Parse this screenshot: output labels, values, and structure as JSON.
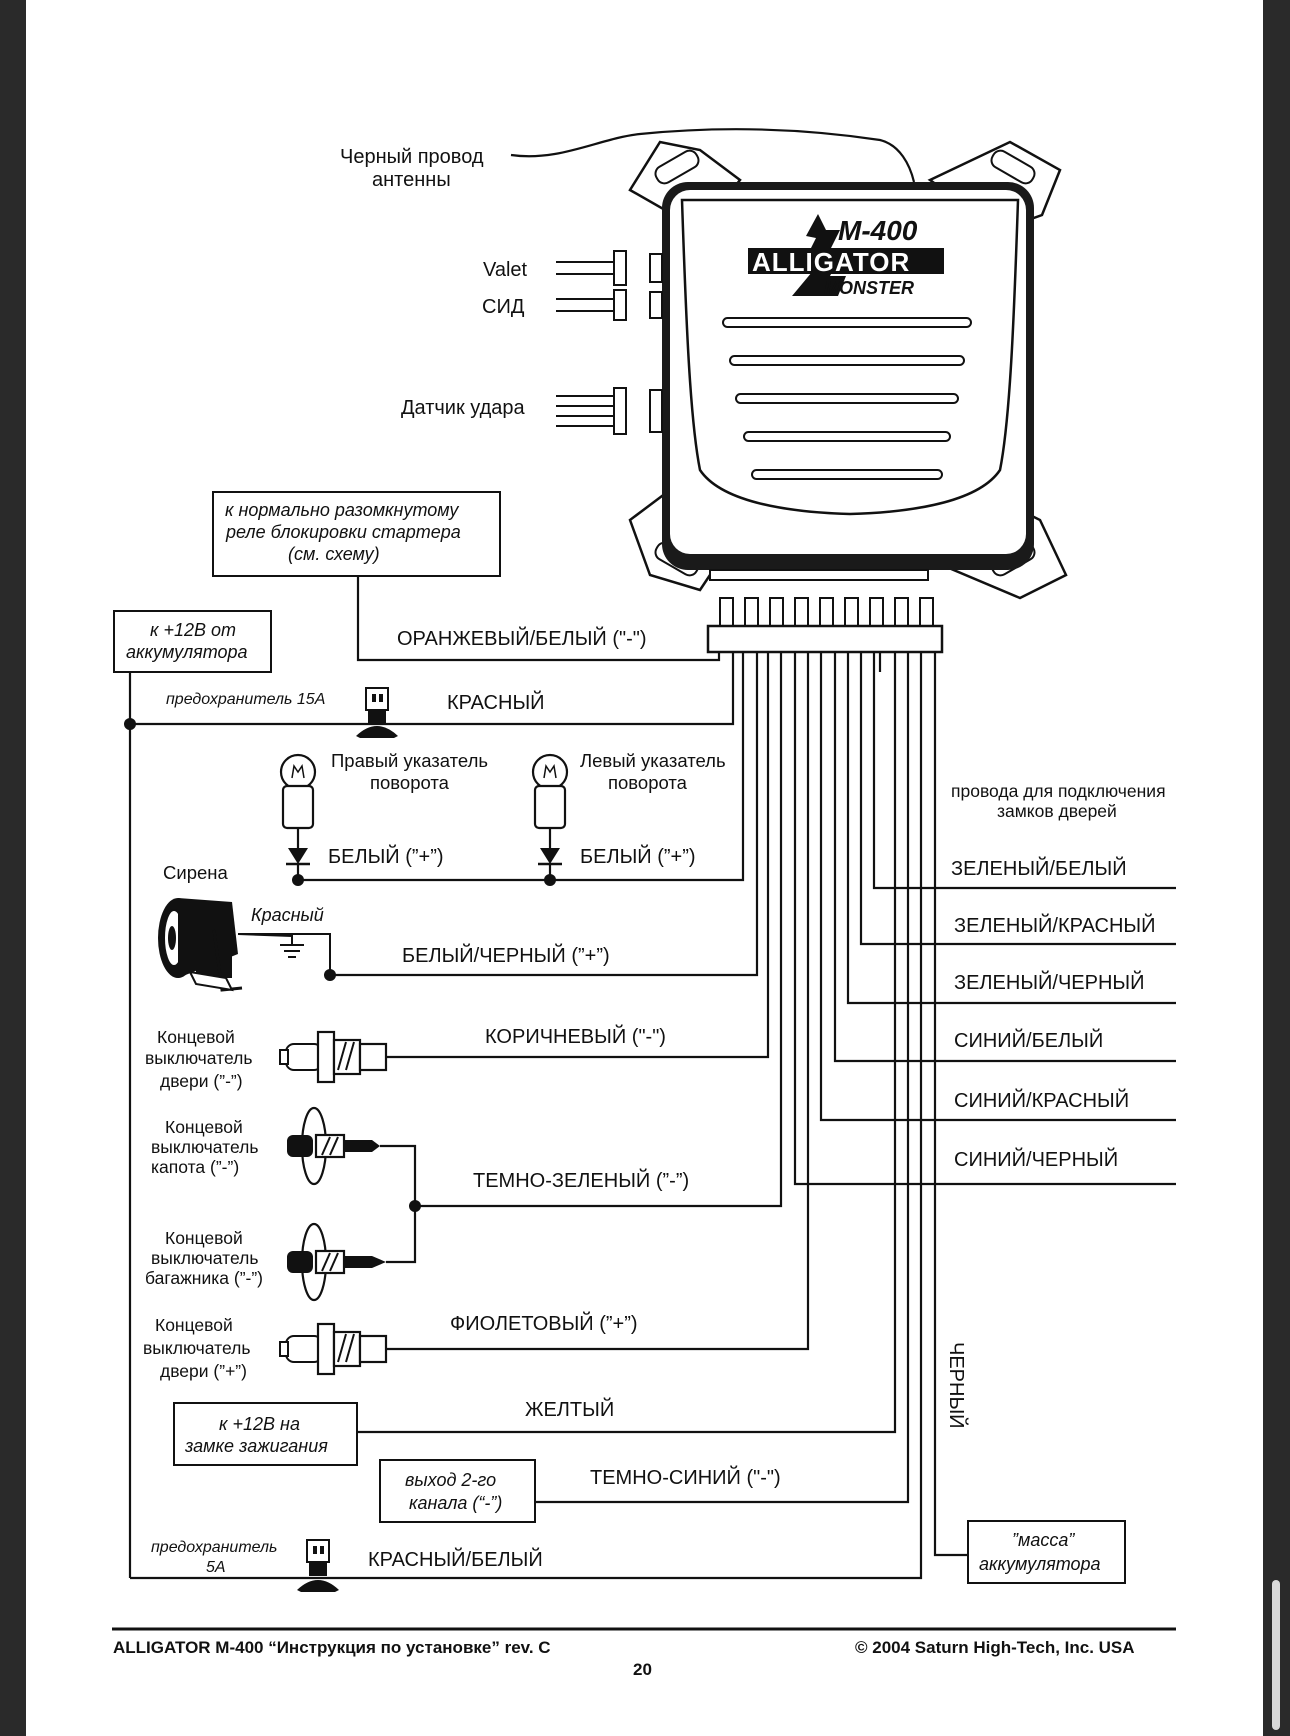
{
  "diagram": {
    "antenna_label": [
      "Черный провод",
      "антенны"
    ],
    "valet_label": "Valet",
    "led_label": "СИД",
    "shock_label": "Датчик удара",
    "logo": {
      "model": "M-400",
      "brand": "ALLIGATOR",
      "sub": "MONSTER"
    },
    "starter_note": [
      "к нормально разомкнутому",
      "реле блокировки стартера",
      "(см. схему)"
    ],
    "battery_note": [
      "к +12В от",
      "аккумулятора"
    ],
    "fuse15_label": "предохранитель 15А",
    "wire_orange": "ОРАНЖЕВЫЙ/БЕЛЫЙ (\"-\")",
    "wire_red": "КРАСНЫЙ",
    "right_turn_label": [
      "Правый указатель",
      "поворота"
    ],
    "left_turn_label": [
      "Левый указатель",
      "поворота"
    ],
    "wire_white_right": "БЕЛЫЙ (”+”)",
    "wire_white_left": "БЕЛЫЙ (”+”)",
    "siren_label": "Сирена",
    "siren_red": "Красный",
    "wire_white_black": "БЕЛЫЙ/ЧЕРНЫЙ (”+”)",
    "door_switch_neg_label": [
      "Концевой",
      "выключатель",
      "двери (”-”)"
    ],
    "wire_brown": "КОРИЧНЕВЫЙ (\"-\")",
    "hood_switch_label": [
      "Концевой",
      "выключатель",
      "капота (”-”)"
    ],
    "wire_dark_green": "ТЕМНО-ЗЕЛЕНЫЙ (”-”)",
    "trunk_switch_label": [
      "Концевой",
      "выключатель",
      "багажника (”-”)"
    ],
    "door_switch_pos_label": [
      "Концевой",
      "выключатель",
      "двери (”+”)"
    ],
    "wire_violet": "ФИОЛЕТОВЫЙ (”+”)",
    "ignition_note": [
      "к +12В на",
      "замке зажигания"
    ],
    "wire_yellow": "ЖЕЛТЫЙ",
    "ch2_note": [
      "выход 2-го",
      "канала (“-”)"
    ],
    "wire_dark_blue": "ТЕМНО-СИНИЙ (\"-\")",
    "fuse5_label": [
      "предохранитель",
      "5А"
    ],
    "wire_red_white": "КРАСНЫЙ/БЕЛЫЙ",
    "door_lock_header": [
      "провода для подключения",
      "замков дверей"
    ],
    "door_lock_wires": [
      "ЗЕЛЕНЫЙ/БЕЛЫЙ",
      "ЗЕЛЕНЫЙ/КРАСНЫЙ",
      "ЗЕЛЕНЫЙ/ЧЕРНЫЙ",
      "СИНИЙ/БЕЛЫЙ",
      "СИНИЙ/КРАСНЫЙ",
      "СИНИЙ/ЧЕРНЫЙ"
    ],
    "wire_black": "ЧЕРНЫЙ",
    "ground_note": [
      "”масса”",
      "аккумулятора"
    ]
  },
  "footer": {
    "left": "ALLIGATOR M-400 “Инструкция по установке”  rev. C",
    "right": "© 2004 Saturn High-Tech, Inc. USA",
    "page_number": "20"
  }
}
